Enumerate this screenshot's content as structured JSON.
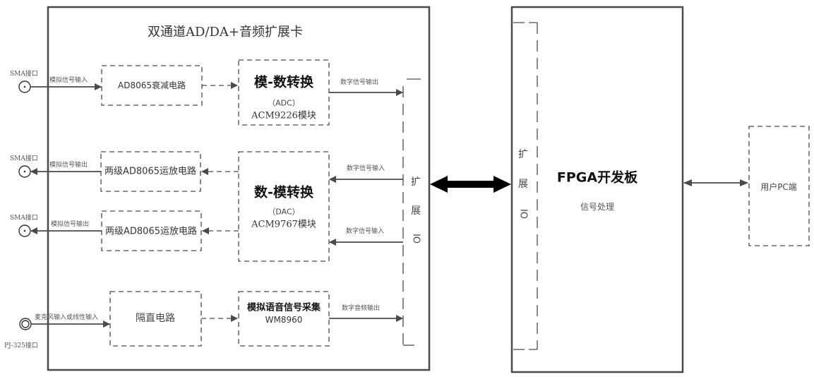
{
  "card": {
    "title": "双通道AD/DA+音频扩展卡",
    "adc": {
      "title": "模-数转换",
      "sub": "（ADC）",
      "module": "ACM9226模块"
    },
    "dac": {
      "title": "数-模转换",
      "sub": "（DAC）",
      "module": "ACM9767模块"
    },
    "audio": {
      "title": "模拟语音信号采集",
      "module": "WM8960"
    },
    "attenuator": "AD8065衰减电路",
    "amp1": "两级AD8065运放电路",
    "amp2": "两级AD8065运放电路",
    "isolation": "隔直电路",
    "expand_io": [
      "扩",
      "展",
      "IO"
    ]
  },
  "ports": {
    "sma1": "SMA接口",
    "sma2": "SMA接口",
    "sma3": "SMA接口",
    "pj325": "PJ-325接口"
  },
  "signals": {
    "analog_in": "模拟信号输入",
    "analog_out1": "模拟信号输出",
    "analog_out2": "模拟信号输出",
    "mic_in": "麦克风输入或线性输入",
    "digital_out": "数字信号输出",
    "digital_in1": "数字信号输入",
    "digital_in2": "数字信号输入",
    "audio_out": "数字音频输出"
  },
  "fpga": {
    "title": "FPGA开发板",
    "sub": "信号处理",
    "expand_io": [
      "扩",
      "展",
      "IO"
    ]
  },
  "pc": {
    "label": "用户PC端"
  },
  "colors": {
    "line": "#4a4a4a",
    "bold_arrow": "#000000"
  }
}
